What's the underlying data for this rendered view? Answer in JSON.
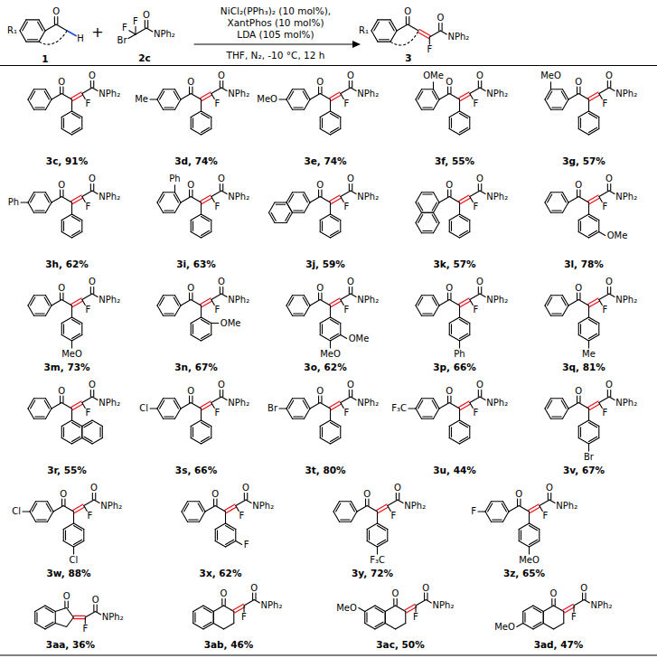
{
  "diagram": {
    "labels": [
      "O",
      "R₁",
      "H",
      "1",
      "+",
      "F",
      "F",
      "Br",
      "O",
      "NPh₂",
      "2c",
      "NiCl₂(PPh₃)₂ (10 mol%),",
      "XantPhos (10 mol%)",
      "LDA (105 mol%)",
      "THF, N₂, -10 °C, 12 h",
      "O",
      "O",
      "NPh₂",
      "R₁",
      "F",
      "3",
      "O",
      "O",
      "NPh₂",
      "F",
      "3c, 91%",
      "O",
      "O",
      "NPh₂",
      "F",
      "Me",
      "3d, 74%",
      "O",
      "O",
      "NPh₂",
      "F",
      "MeO",
      "3e, 74%",
      "O",
      "O",
      "NPh₂",
      "F",
      "OMe",
      "3f, 55%",
      "O",
      "O",
      "NPh₂",
      "F",
      "MeO",
      "3g, 57%",
      "O",
      "O",
      "NPh₂",
      "F",
      "Ph",
      "3h, 62%",
      "O",
      "O",
      "NPh₂",
      "F",
      "Ph",
      "3i, 63%",
      "O",
      "O",
      "NPh₂",
      "F",
      "3j, 59%",
      "O",
      "O",
      "NPh₂",
      "F",
      "3k, 57%",
      "O",
      "O",
      "NPh₂",
      "F",
      "OMe",
      "3l, 78%",
      "O",
      "O",
      "NPh₂",
      "F",
      "MeO",
      "3m, 73%",
      "O",
      "O",
      "NPh₂",
      "F",
      "OMe",
      "3n, 67%",
      "O",
      "O",
      "NPh₂",
      "F",
      "MeO",
      "OMe",
      "3o, 62%",
      "O",
      "O",
      "NPh₂",
      "F",
      "Ph",
      "3p, 66%",
      "O",
      "O",
      "NPh₂",
      "F",
      "Me",
      "3q, 81%",
      "O",
      "O",
      "NPh₂",
      "F",
      "3r, 55%",
      "O",
      "O",
      "NPh₂",
      "F",
      "Cl",
      "3s, 66%",
      "O",
      "O",
      "NPh₂",
      "F",
      "Br",
      "3t, 80%",
      "O",
      "O",
      "NPh₂",
      "F",
      "F₃C",
      "3u, 44%",
      "O",
      "O",
      "NPh₂",
      "F",
      "Br",
      "3v, 67%",
      "O",
      "O",
      "NPh₂",
      "F",
      "Cl",
      "Cl",
      "3w, 88%",
      "O",
      "O",
      "NPh₂",
      "F",
      "F",
      "3x, 62%",
      "O",
      "O",
      "NPh₂",
      "F",
      "F₃C",
      "3y, 72%",
      "O",
      "O",
      "NPh₂",
      "F",
      "F",
      "MeO",
      "3z, 65%",
      "O",
      "O",
      "NPh₂",
      "F",
      "3aa, 36%",
      "O",
      "O",
      "NPh₂",
      "F",
      "3ab, 46%",
      "O",
      "O",
      "NPh₂",
      "F",
      "MeO",
      "3ac, 50%",
      "O",
      "O",
      "NPh₂",
      "F",
      "MeO",
      "3ad, 47%"
    ]
  }
}
